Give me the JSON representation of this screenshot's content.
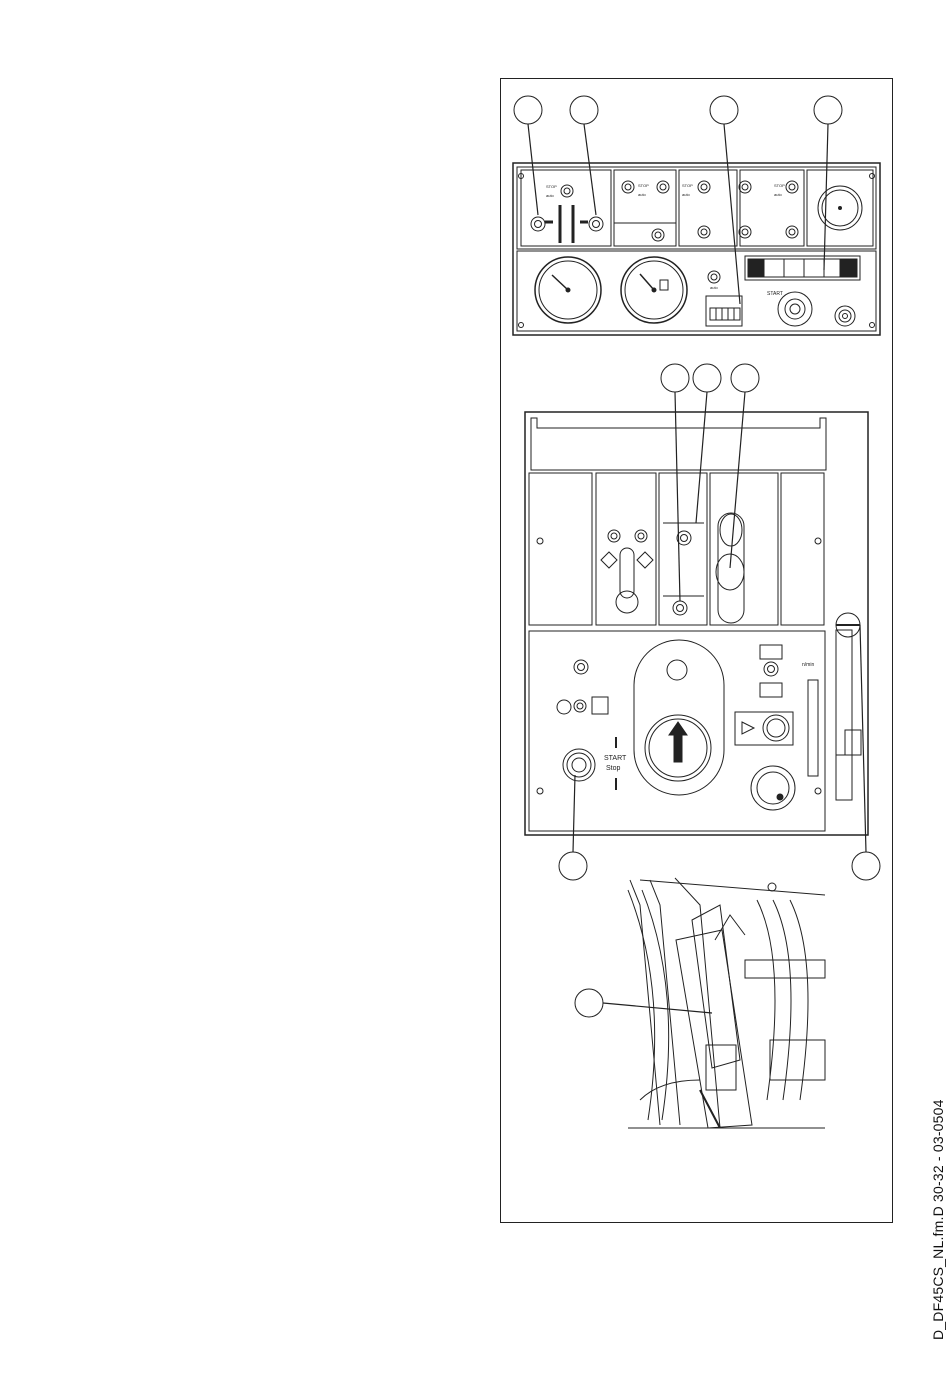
{
  "file_reference": "D_DF45CS_NL.fm.D 30-32 - 03-0504",
  "panel_labels": {
    "start": "START",
    "stop": "STOP",
    "auto": "auto",
    "start_stop_key": "START",
    "stop_key": "Stop",
    "rpm_unit": "n/min"
  },
  "callouts": {
    "top_row": [
      "",
      "",
      "",
      ""
    ],
    "middle_row": [
      "",
      "",
      ""
    ],
    "bottom_row": [
      "",
      ""
    ],
    "detail": [
      ""
    ]
  }
}
